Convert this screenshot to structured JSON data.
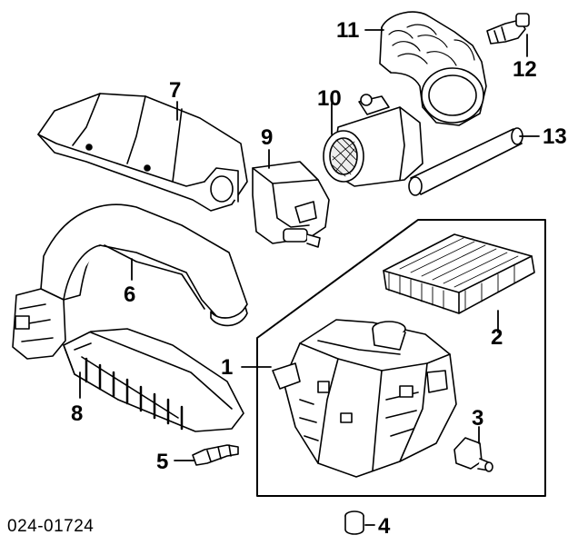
{
  "diagram": {
    "reference_code": "024-01724",
    "callouts": [
      {
        "id": "1",
        "text": "1",
        "part": "air-cleaner-housing"
      },
      {
        "id": "2",
        "text": "2",
        "part": "air-filter-element"
      },
      {
        "id": "3",
        "text": "3",
        "part": "grommet"
      },
      {
        "id": "4",
        "text": "4",
        "part": "mount-bushing"
      },
      {
        "id": "5",
        "text": "5",
        "part": "clip"
      },
      {
        "id": "6",
        "text": "6",
        "part": "intake-duct"
      },
      {
        "id": "7",
        "text": "7",
        "part": "upper-cover"
      },
      {
        "id": "8",
        "text": "8",
        "part": "lower-shroud"
      },
      {
        "id": "9",
        "text": "9",
        "part": "resonator-bracket"
      },
      {
        "id": "10",
        "text": "10",
        "part": "mass-air-flow-sensor"
      },
      {
        "id": "11",
        "text": "11",
        "part": "intake-hose"
      },
      {
        "id": "12",
        "text": "12",
        "part": "vacuum-fitting"
      },
      {
        "id": "13",
        "text": "13",
        "part": "breather-tube"
      }
    ]
  }
}
